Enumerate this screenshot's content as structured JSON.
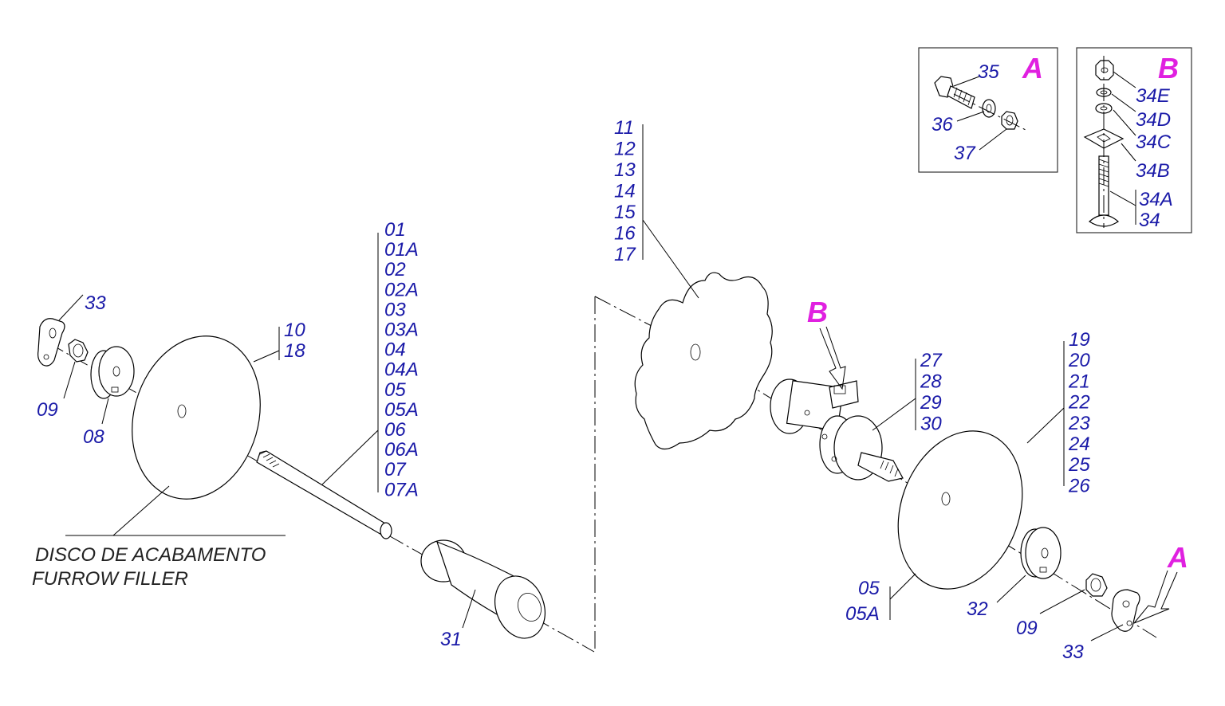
{
  "colors": {
    "label": "#1a1aa8",
    "reference": "#e020e0",
    "caption": "#222222"
  },
  "caption": {
    "line1": "DISCO DE ACABAMENTO",
    "line2": "FURROW FILLER"
  },
  "refs": {
    "A": "A",
    "B": "B"
  },
  "labels": {
    "l33a": "33",
    "l09a": "09",
    "l08": "08",
    "l10": "10",
    "l18": "18",
    "l31": "31",
    "list1": [
      "01",
      "01A",
      "02",
      "02A",
      "03",
      "03A",
      "04",
      "04A",
      "05",
      "05A",
      "06",
      "06A",
      "07",
      "07A"
    ],
    "list2": [
      "11",
      "12",
      "13",
      "14",
      "15",
      "16",
      "17"
    ],
    "list3": [
      "27",
      "28",
      "29",
      "30"
    ],
    "list4": [
      "19",
      "20",
      "21",
      "22",
      "23",
      "24",
      "25",
      "26"
    ],
    "l05": "05",
    "l05A": "05A",
    "l32": "32",
    "l09b": "09",
    "l33b": "33",
    "l35": "35",
    "l36": "36",
    "l37": "37",
    "l34E": "34E",
    "l34D": "34D",
    "l34C": "34C",
    "l34B": "34B",
    "l34A": "34A",
    "l34": "34"
  }
}
